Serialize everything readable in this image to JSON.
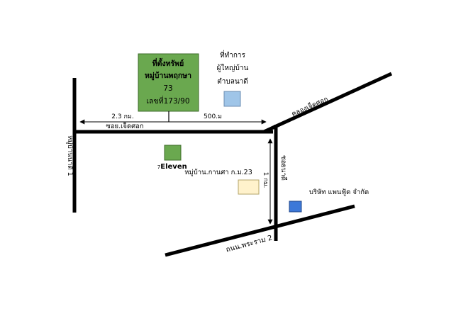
{
  "property": {
    "line1": "ที่ตั้งทรัพย์",
    "line2": "หมู่บ้านพฤกษา",
    "line3": "73",
    "line4": "เลขที่173/90",
    "color": "#6aa84f"
  },
  "village_office": {
    "line1": "ที่ทำการ",
    "line2": "ผู้ใหญ่บ้าน",
    "line3": "ตำบลนาดี",
    "color": "#9fc5e8"
  },
  "roads": {
    "soi_jaek_sorn": "ซอย.เจ็ดศอก",
    "khlong_jet_sok": "คลองเจ็ดศอก",
    "phra_ram_2": "ถนน.พระราม 2",
    "mu_ban_left": "หมู่บ้านนาดี 1",
    "soi_right": "ซอยนาดี"
  },
  "distances": {
    "left": "2.3 กม.",
    "right": "500.ม",
    "vertical": "1 กม."
  },
  "seven_eleven": {
    "num": "7",
    "text": "Eleven",
    "color": "#6aa84f"
  },
  "kanasa": {
    "text": "หมู่บ้าน.กานศา ก.ม.23",
    "color": "#fff2cc"
  },
  "company": {
    "text": "บริษัท แพนฟู้ด จำกัด",
    "color": "#3c78d8"
  }
}
